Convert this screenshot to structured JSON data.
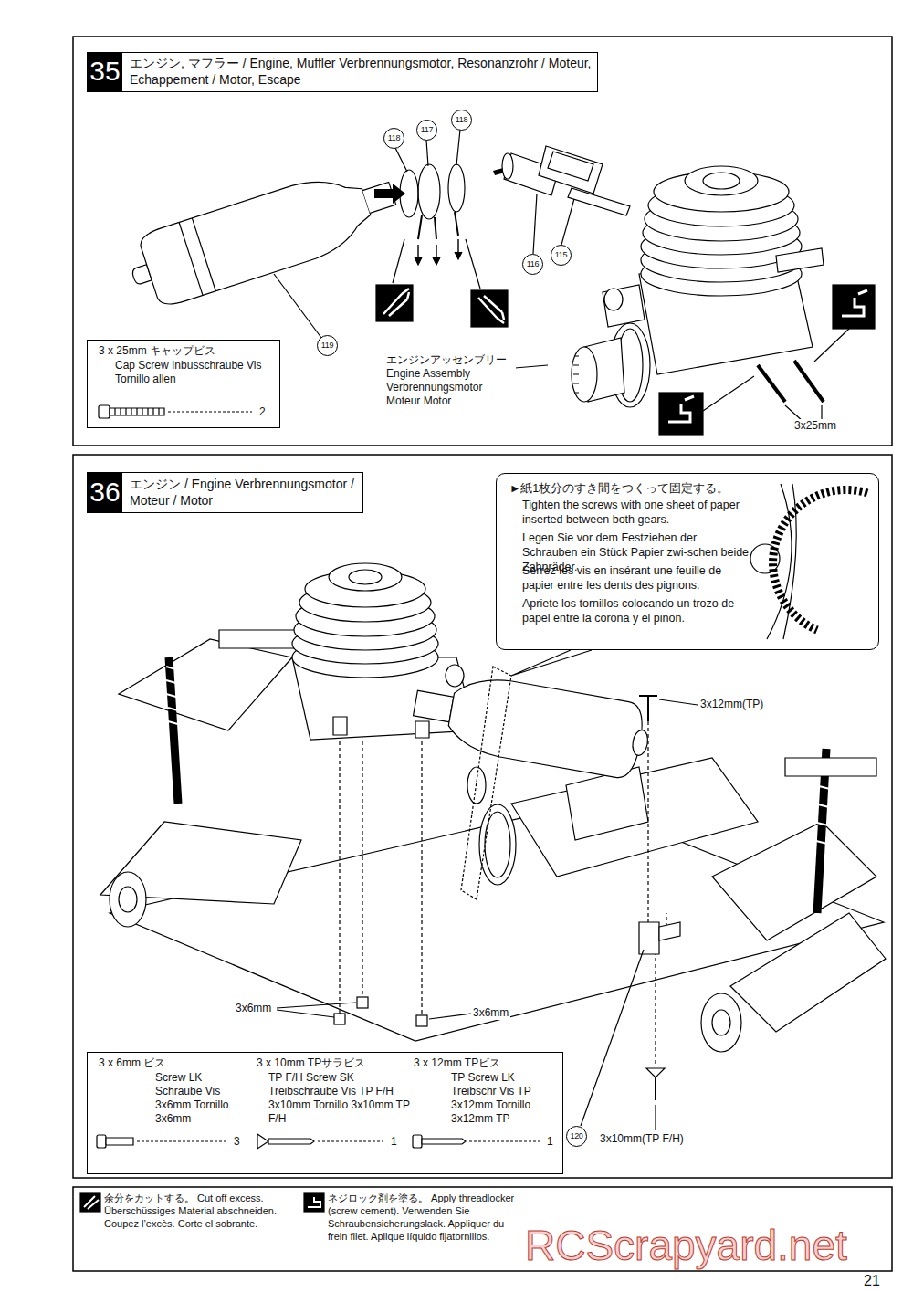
{
  "diagram": {
    "nodes": [
      {
        "text": [
          "エンジン, マフラー / Engine, Muffler Verbrennungsmotor, Resonanzrohr / Moteur, Echappement / Motor, Escape"
        ]
      },
      {
        "text": [
          "35"
        ],
        "in": 0
      },
      {
        "text": [
          "118"
        ]
      },
      {
        "text": [
          "117"
        ]
      },
      {
        "text": [
          "118"
        ]
      },
      {
        "text": [
          "116"
        ]
      },
      {
        "text": [
          "115"
        ]
      },
      {
        "text": [
          "119"
        ]
      },
      {
        "text": [
          "3 x 25mm キャップビス",
          "Cap Screw Inbusschraube Vis Tornillo allen",
          "2"
        ]
      },
      {
        "text": [
          "エンジン / Engine Verbrennungsmotor / Moteur / Motor"
        ]
      },
      {
        "text": [
          "36"
        ],
        "in": 9
      },
      {
        "text": [
          "►紙1枚分のすき間をつくって固定する。",
          "Tighten the screws with one sheet of paper inserted between both gears.",
          "Legen Sie vor dem Festziehen der Schrauben ein Stück Papier zwi-schen beide Zahnräder.",
          "Serrez les vis en insérant une feuille de papier entre les dents des pignons.",
          "Apriete los tornillos colocando un trozo de papel entre la corona y el piñon."
        ]
      },
      {
        "text": [
          "120"
        ]
      },
      {
        "text": [
          "3 x 6mm ビス",
          "Screw LK Schraube Vis 3x6mm Tornillo 3x6mm",
          "3",
          "3 x 10mm TPサラビス",
          "TP F/H Screw SK Treibschraube Vis TP F/H 3x10mm Tornillo 3x10mm TP F/H",
          "1",
          "3 x 12mm TPビス",
          "TP Screw LK Treibschr Vis TP 3x12mm Tornillo 3x12mm TP",
          "1"
        ]
      }
    ],
    "labels": [
      "エンジンアッセンブリー Engine Assembly Verbrennungsmotor Moteur Motor",
      "3x25mm",
      "3x12mm(TP)",
      "3x6mm",
      "3x6mm",
      "3x10mm(TP F/H)",
      "RCScrapyard.net",
      "21"
    ],
    "legend": [
      {
        "text": "余分をカットする。 Cut off excess. Überschüssiges Material abschneiden. Coupez l’excès. Corte el sobrante."
      },
      {
        "text": "ネジロック剤を塗る。 Apply threadlocker (screw cement). Verwenden Sie Schraubensicherungslack. Appliquer du frein filet. Aplique líquido fijatornillos."
      }
    ]
  }
}
